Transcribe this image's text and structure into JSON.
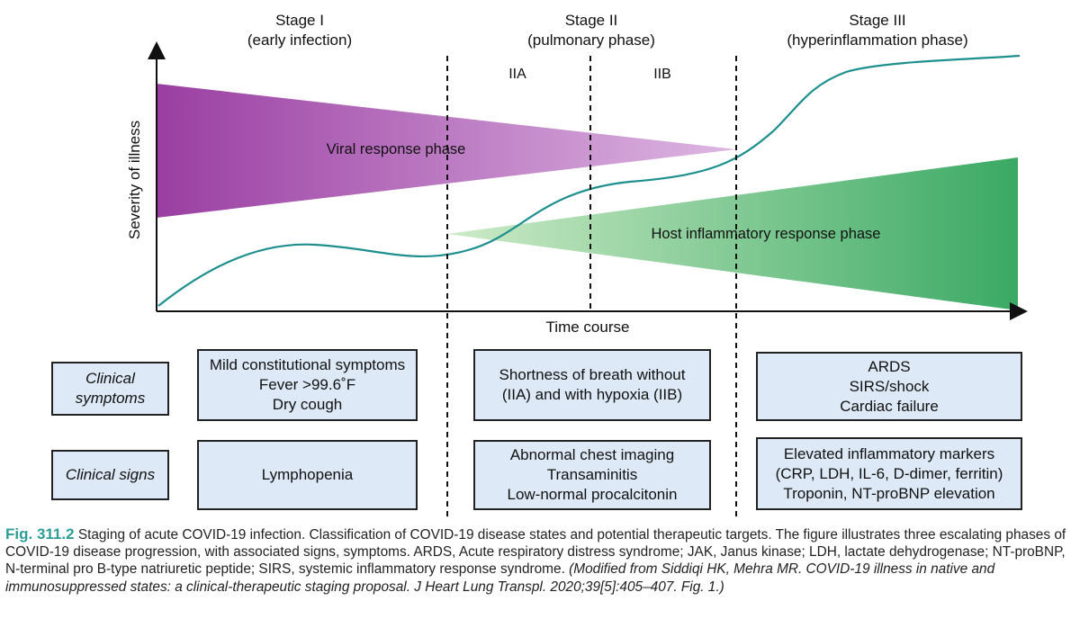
{
  "stages": [
    {
      "title": "Stage I",
      "subtitle": "(early infection)"
    },
    {
      "title": "Stage II",
      "subtitle": "(pulmonary phase)"
    },
    {
      "title": "Stage III",
      "subtitle": "(hyperinflammation phase)"
    }
  ],
  "substages": [
    "IIA",
    "IIB"
  ],
  "axes": {
    "y_label": "Severity of illness",
    "x_label": "Time course"
  },
  "phases": {
    "viral": "Viral response phase",
    "host": "Host inflammatory response phase"
  },
  "rows": {
    "symptoms_label": [
      "Clinical",
      "symptoms"
    ],
    "signs_label": "Clinical signs"
  },
  "symptoms": {
    "stage1": [
      "Mild constitutional symptoms",
      "Fever >99.6˚F",
      "Dry cough"
    ],
    "stage2": [
      "Shortness of breath without",
      "(IIA) and with hypoxia (IIB)"
    ],
    "stage3": [
      "ARDS",
      "SIRS/shock",
      "Cardiac failure"
    ]
  },
  "signs": {
    "stage1": [
      "Lymphopenia"
    ],
    "stage2": [
      "Abnormal chest imaging",
      "Transaminitis",
      "Low-normal procalcitonin"
    ],
    "stage3": [
      "Elevated inflammatory markers",
      "(CRP, LDH, IL-6, D-dimer, ferritin)",
      "Troponin, NT-proBNP elevation"
    ]
  },
  "caption": {
    "fig_label": "Fig. 311.2",
    "text": "Staging of acute COVID-19 infection. Classification of COVID-19 disease states and potential therapeutic targets. The figure illustrates three escalating phases of COVID-19 disease progression, with associated signs, symptoms. ARDS, Acute respiratory distress syndrome; JAK, Janus kinase; LDH, lactate dehydrogenase; NT-proBNP, N-terminal pro B-type natriuretic peptide; SIRS, systemic inflammatory response syndrome.",
    "source": "(Modified from Siddiqi HK, Mehra MR. COVID-19 illness in native and immunosuppressed states: a clinical-therapeutic staging proposal. J Heart Lung Transpl. 2020;39[5]:405–407. Fig. 1.)"
  },
  "colors": {
    "viral_dark": "#9a3ea2",
    "viral_light": "#ddb7e2",
    "host_light": "#cdebc7",
    "host_dark": "#3aa964",
    "curve": "#1e8f8f",
    "box_fill": "#dde9f6",
    "caption_accent": "#2e9d96"
  }
}
